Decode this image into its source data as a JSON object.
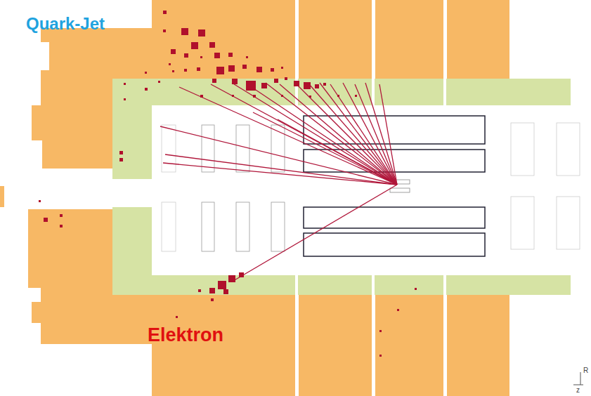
{
  "diagram": {
    "labels": [
      "Quark-Jet",
      "Elektron",
      "R",
      "z"
    ]
  }
}
